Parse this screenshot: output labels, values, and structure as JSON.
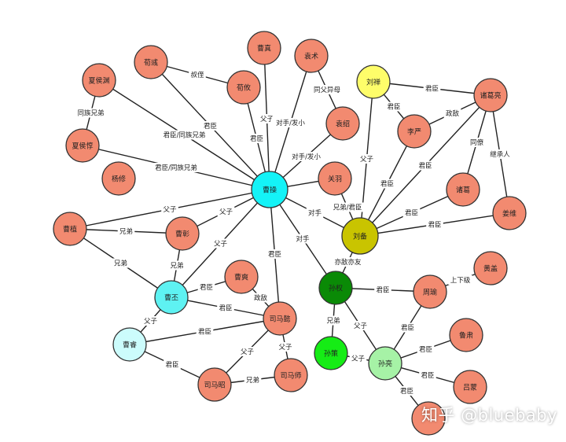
{
  "colors": {
    "salmon": "#f28a70",
    "cyan": "#14f3f7",
    "lightcyan": "#5ef2f2",
    "paleblue": "#ccfcfc",
    "yellow": "#fefd6a",
    "olive": "#c9c400",
    "darkgreen": "#0a8a06",
    "green": "#15ec15",
    "lightgreen": "#a6f2a6"
  },
  "nodes": [
    {
      "id": "caocao",
      "label": "曹操",
      "color": "cyan"
    },
    {
      "id": "xunyu",
      "label": "荀彧",
      "color": "salmon"
    },
    {
      "id": "xunyou",
      "label": "荀攸",
      "color": "salmon"
    },
    {
      "id": "caozhen",
      "label": "曹真",
      "color": "salmon"
    },
    {
      "id": "yuanshu",
      "label": "袁术",
      "color": "salmon"
    },
    {
      "id": "yuanshao",
      "label": "袁绍",
      "color": "salmon"
    },
    {
      "id": "xiahouyuan",
      "label": "夏侯渊",
      "color": "salmon"
    },
    {
      "id": "xiahoudun",
      "label": "夏侯惇",
      "color": "salmon"
    },
    {
      "id": "yangxiu",
      "label": "杨修",
      "color": "salmon"
    },
    {
      "id": "caozhi",
      "label": "曹植",
      "color": "salmon"
    },
    {
      "id": "caozhang",
      "label": "曹彰",
      "color": "salmon"
    },
    {
      "id": "caopi",
      "label": "曹丕",
      "color": "lightcyan"
    },
    {
      "id": "caoshuang",
      "label": "曹爽",
      "color": "salmon"
    },
    {
      "id": "simayi",
      "label": "司马懿",
      "color": "salmon"
    },
    {
      "id": "caorui",
      "label": "曹睿",
      "color": "paleblue"
    },
    {
      "id": "simazhao",
      "label": "司马昭",
      "color": "salmon"
    },
    {
      "id": "simashi",
      "label": "司马师",
      "color": "salmon"
    },
    {
      "id": "guanyu",
      "label": "关羽",
      "color": "salmon"
    },
    {
      "id": "liubei",
      "label": "刘备",
      "color": "olive"
    },
    {
      "id": "liushan",
      "label": "刘禅",
      "color": "yellow"
    },
    {
      "id": "liyan",
      "label": "李严",
      "color": "salmon"
    },
    {
      "id": "zhugeliang",
      "label": "诸葛亮",
      "color": "salmon"
    },
    {
      "id": "zhugejin",
      "label": "诸葛",
      "color": "salmon"
    },
    {
      "id": "jiangwei",
      "label": "姜维",
      "color": "salmon"
    },
    {
      "id": "sunquan",
      "label": "孙权",
      "color": "darkgreen"
    },
    {
      "id": "sunce",
      "label": "孙策",
      "color": "green"
    },
    {
      "id": "sunliang",
      "label": "孙亮",
      "color": "lightgreen"
    },
    {
      "id": "zhouyu",
      "label": "周瑜",
      "color": "salmon"
    },
    {
      "id": "huanggai",
      "label": "黄盖",
      "color": "salmon"
    },
    {
      "id": "lusu",
      "label": "鲁肃",
      "color": "salmon"
    },
    {
      "id": "lvmeng",
      "label": "吕蒙",
      "color": "salmon"
    },
    {
      "id": "luxun",
      "label": "",
      "color": "salmon"
    }
  ],
  "edges": [
    {
      "from": "xunyu",
      "to": "xunyou",
      "label": "叔侄"
    },
    {
      "from": "xunyu",
      "to": "caocao",
      "label": "君臣"
    },
    {
      "from": "xunyou",
      "to": "caocao",
      "label": "君臣"
    },
    {
      "from": "caozhen",
      "to": "caocao",
      "label": "父子"
    },
    {
      "from": "yuanshu",
      "to": "caocao",
      "label": "对手/发小"
    },
    {
      "from": "yuanshu",
      "to": "yuanshao",
      "label": "同父异母"
    },
    {
      "from": "yuanshao",
      "to": "caocao",
      "label": "对手/发小"
    },
    {
      "from": "xiahouyuan",
      "to": "caocao",
      "label": "君臣/同族兄弟"
    },
    {
      "from": "xiahouyuan",
      "to": "xiahoudun",
      "label": "同族兄弟"
    },
    {
      "from": "xiahoudun",
      "to": "caocao",
      "label": "君臣/同族兄弟"
    },
    {
      "from": "caozhi",
      "to": "caocao",
      "label": "父子"
    },
    {
      "from": "caozhang",
      "to": "caocao",
      "label": "父子"
    },
    {
      "from": "caopi",
      "to": "caocao",
      "label": "父子"
    },
    {
      "from": "caozhi",
      "to": "caozhang",
      "label": "兄弟"
    },
    {
      "from": "caozhi",
      "to": "caopi",
      "label": "兄弟"
    },
    {
      "from": "caozhang",
      "to": "caopi",
      "label": "兄弟"
    },
    {
      "from": "guanyu",
      "to": "caocao",
      "label": ""
    },
    {
      "from": "caocao",
      "to": "liubei",
      "label": "对手"
    },
    {
      "from": "caocao",
      "to": "sunquan",
      "label": "对手"
    },
    {
      "from": "caocao",
      "to": "simayi",
      "label": "君臣"
    },
    {
      "from": "caopi",
      "to": "caoshuang",
      "label": "君臣"
    },
    {
      "from": "caopi",
      "to": "simayi",
      "label": "君臣"
    },
    {
      "from": "caoshuang",
      "to": "simayi",
      "label": "政敌"
    },
    {
      "from": "caopi",
      "to": "caorui",
      "label": "父子"
    },
    {
      "from": "caorui",
      "to": "simayi",
      "label": "君臣"
    },
    {
      "from": "caorui",
      "to": "simazhao",
      "label": "君臣"
    },
    {
      "from": "simayi",
      "to": "simazhao",
      "label": "父子"
    },
    {
      "from": "simayi",
      "to": "simashi",
      "label": "父子"
    },
    {
      "from": "simazhao",
      "to": "simashi",
      "label": "兄弟"
    },
    {
      "from": "guanyu",
      "to": "liubei",
      "label": "兄弟/君臣"
    },
    {
      "from": "liushan",
      "to": "liubei",
      "label": "父子"
    },
    {
      "from": "liushan",
      "to": "zhugeliang",
      "label": "君臣"
    },
    {
      "from": "liushan",
      "to": "liyan",
      "label": "君臣"
    },
    {
      "from": "liyan",
      "to": "liubei",
      "label": "君臣"
    },
    {
      "from": "liyan",
      "to": "zhugeliang",
      "label": "政敌"
    },
    {
      "from": "zhugeliang",
      "to": "liubei",
      "label": "君臣"
    },
    {
      "from": "zhugeliang",
      "to": "zhugejin",
      "label": "同僚"
    },
    {
      "from": "zhugeliang",
      "to": "jiangwei",
      "label": "继承人"
    },
    {
      "from": "zhugejin",
      "to": "liubei",
      "label": "君臣"
    },
    {
      "from": "jiangwei",
      "to": "liubei",
      "label": "君臣"
    },
    {
      "from": "liubei",
      "to": "sunquan",
      "label": "亦敌亦友"
    },
    {
      "from": "sunquan",
      "to": "zhouyu",
      "label": "君臣"
    },
    {
      "from": "zhouyu",
      "to": "huanggai",
      "label": "上下级"
    },
    {
      "from": "sunquan",
      "to": "sunce",
      "label": "兄弟"
    },
    {
      "from": "sunquan",
      "to": "sunliang",
      "label": "父子"
    },
    {
      "from": "sunce",
      "to": "sunliang",
      "label": "父子"
    },
    {
      "from": "sunliang",
      "to": "zhouyu",
      "label": "君臣"
    },
    {
      "from": "sunliang",
      "to": "lusu",
      "label": "君臣"
    },
    {
      "from": "sunliang",
      "to": "lvmeng",
      "label": "君臣"
    },
    {
      "from": "sunliang",
      "to": "luxun",
      "label": "君臣"
    }
  ],
  "watermark": "知乎 @bluebaby"
}
